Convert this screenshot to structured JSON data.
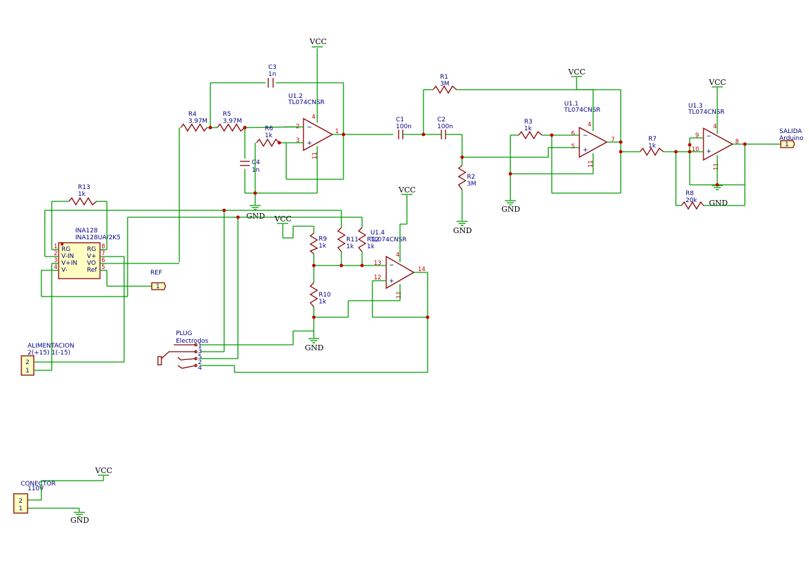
{
  "power": {
    "vcc": "VCC",
    "gnd": "GND"
  },
  "parts": {
    "r1": {
      "ref": "R1",
      "value": "3M"
    },
    "r2": {
      "ref": "R2",
      "value": "3M"
    },
    "r3": {
      "ref": "R3",
      "value": "1k"
    },
    "r4": {
      "ref": "R4",
      "value": "3.97M"
    },
    "r5": {
      "ref": "R5",
      "value": "3.97M"
    },
    "r6": {
      "ref": "R6",
      "value": "1k"
    },
    "r7": {
      "ref": "R7",
      "value": "1k"
    },
    "r8": {
      "ref": "R8",
      "value": "20k"
    },
    "r9": {
      "ref": "R9",
      "value": "1k"
    },
    "r10": {
      "ref": "R10",
      "value": "1k"
    },
    "r11": {
      "ref": "R11",
      "value": "1k"
    },
    "r12": {
      "ref": "R12",
      "value": "1k"
    },
    "r13": {
      "ref": "R13",
      "value": "1k"
    },
    "c1": {
      "ref": "C1",
      "value": "100n"
    },
    "c2": {
      "ref": "C2",
      "value": "100n"
    },
    "c3": {
      "ref": "C3",
      "value": "1n"
    },
    "c4": {
      "ref": "C4",
      "value": "1n"
    },
    "u11": {
      "ref": "U1.1",
      "value": "TL074CNSR"
    },
    "u12": {
      "ref": "U1.2",
      "value": "TL074CNSR"
    },
    "u13": {
      "ref": "U1.3",
      "value": "TL074CNSR"
    },
    "u14": {
      "ref": "U1.4",
      "value": "TL074CNSR"
    },
    "ina": {
      "ref": "INA128",
      "value": "INA128UA/2K5",
      "pins_left": [
        "RG",
        "V-IN",
        "V+IN",
        "V-"
      ],
      "pins_right": [
        "RG",
        "V+",
        "VO",
        "Ref"
      ],
      "nums_left": [
        "1",
        "2",
        "3",
        "4"
      ],
      "nums_right": [
        "8",
        "7",
        "6",
        "5"
      ]
    }
  },
  "connectors": {
    "ref": {
      "label": "REF",
      "pin": "1"
    },
    "salida": {
      "label": "SALIDA",
      "value": "Arduino",
      "pin": "1"
    },
    "alim": {
      "label": "ALIMENTACION",
      "value": "2(+15) 1(-15)",
      "pins": [
        "2",
        "1"
      ]
    },
    "plug": {
      "label": "PLUG",
      "value": "Electrodos",
      "pins": [
        "1",
        "3",
        "5",
        "2",
        "4"
      ]
    },
    "conector": {
      "label": "CONECTOR",
      "value": "110V",
      "pins": [
        "2",
        "1"
      ]
    }
  },
  "opamp_pins": {
    "u12": {
      "inv": "2",
      "noninv": "3",
      "out": "1",
      "vp": "4",
      "vn": "11"
    },
    "u11": {
      "inv": "6",
      "noninv": "5",
      "out": "7",
      "vp": "4",
      "vn": "11"
    },
    "u13": {
      "inv": "9",
      "noninv": "10",
      "out": "8",
      "vp": "4",
      "vn": "11"
    },
    "u14": {
      "inv": "13",
      "noninv": "12",
      "out": "14",
      "vp": "4",
      "vn": "11"
    }
  }
}
